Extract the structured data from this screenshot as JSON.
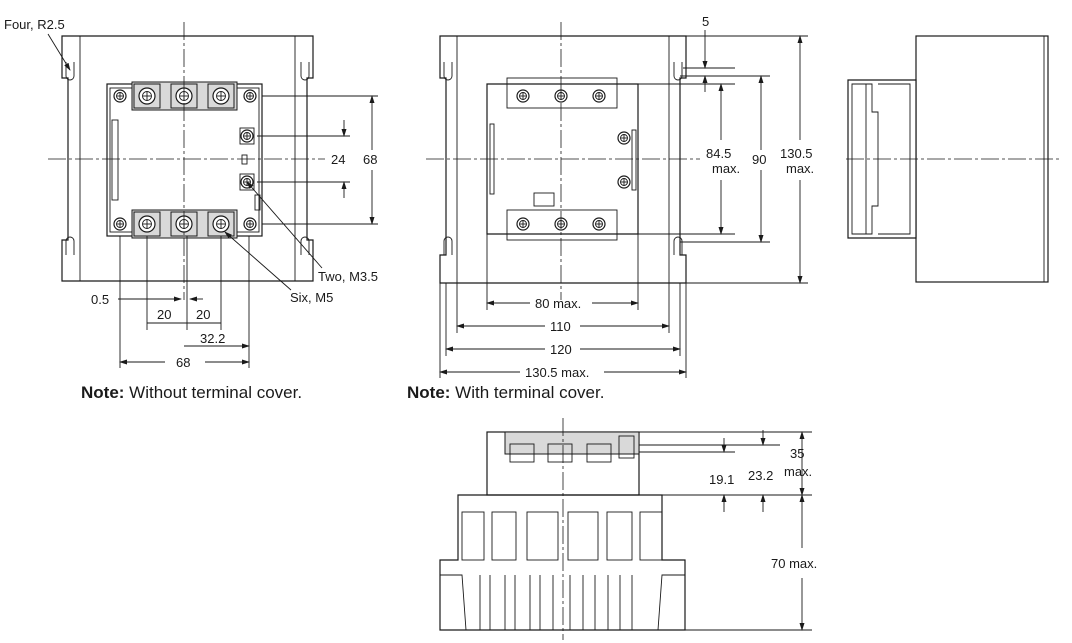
{
  "labels": {
    "four_r": "Four, R2.5",
    "two_m35": "Two, M3.5",
    "six_m5": "Six, M5"
  },
  "front": {
    "d_24": "24",
    "d_68v": "68",
    "d_05": "0.5",
    "d_20a": "20",
    "d_20b": "20",
    "d_322": "32.2",
    "d_68h": "68"
  },
  "mid": {
    "d_5": "5",
    "d_845": "84.5",
    "d_max1": "max.",
    "d_90": "90",
    "d_1305v": "130.5",
    "d_max2": "max.",
    "d_80": "80 max.",
    "d_110": "110",
    "d_120": "120",
    "d_1305h": "130.5 max."
  },
  "bottom": {
    "d_35": "35",
    "d_max3": "max.",
    "d_191": "19.1",
    "d_232": "23.2",
    "d_70": "70 max."
  },
  "notes": [
    {
      "bold": "Note:",
      "text": " Without terminal cover."
    },
    {
      "bold": "Note:",
      "text": " With terminal cover."
    }
  ]
}
